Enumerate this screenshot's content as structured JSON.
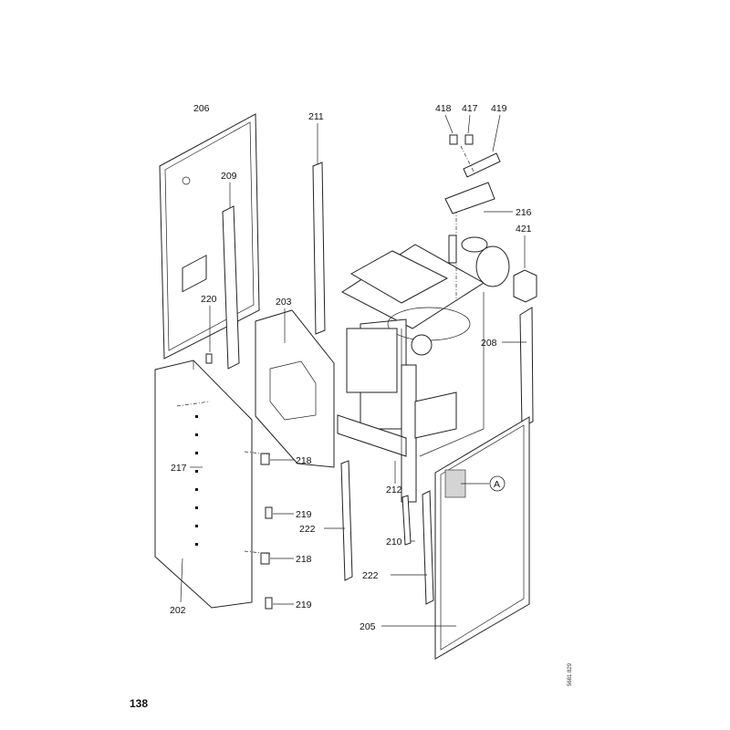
{
  "page_number": "138",
  "drawing_code": "5681 829",
  "callouts": {
    "c206": "206",
    "c211": "211",
    "c418": "418",
    "c417": "417",
    "c419": "419",
    "c209": "209",
    "c216": "216",
    "c421": "421",
    "c220": "220",
    "c203": "203",
    "c208": "208",
    "c217": "217",
    "c218a": "218",
    "c212": "212",
    "c219a": "219",
    "c222a": "222",
    "c210": "210",
    "c218b": "218",
    "c222b": "222",
    "c219b": "219",
    "c202": "202",
    "c205": "205",
    "cA": "A"
  }
}
